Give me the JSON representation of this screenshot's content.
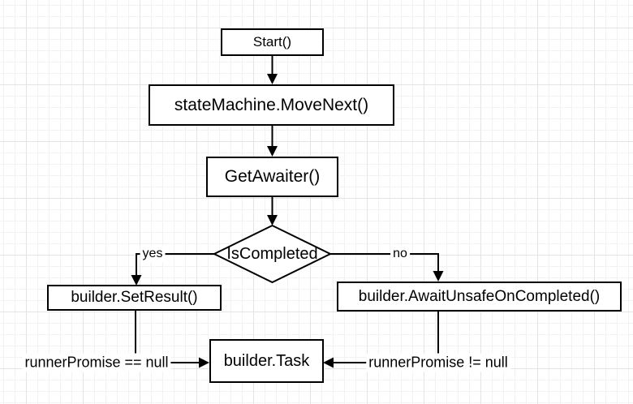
{
  "canvas": {
    "background": "#ffffff",
    "grid_minor_color": "#f2f2f2",
    "grid_major_color": "#e4e4e4",
    "stroke_color": "#000000",
    "node_fill": "#ffffff",
    "text_color": "#000000"
  },
  "flowchart": {
    "nodes": [
      {
        "id": "start",
        "type": "process",
        "label": "Start()"
      },
      {
        "id": "move-next",
        "type": "process",
        "label": "stateMachine.MoveNext()"
      },
      {
        "id": "get-awaiter",
        "type": "process",
        "label": "GetAwaiter()"
      },
      {
        "id": "is-completed",
        "type": "decision",
        "label": "IsCompleted"
      },
      {
        "id": "set-result",
        "type": "process",
        "label": "builder.SetResult()"
      },
      {
        "id": "await-unsafe-on-completed",
        "type": "process",
        "label": "builder.AwaitUnsafeOnCompleted()"
      },
      {
        "id": "builder-task",
        "type": "process",
        "label": "builder.Task"
      }
    ],
    "edges": [
      {
        "from": "start",
        "to": "move-next",
        "label": ""
      },
      {
        "from": "move-next",
        "to": "get-awaiter",
        "label": ""
      },
      {
        "from": "get-awaiter",
        "to": "is-completed",
        "label": ""
      },
      {
        "from": "is-completed",
        "to": "set-result",
        "label": "yes"
      },
      {
        "from": "is-completed",
        "to": "await-unsafe-on-completed",
        "label": "no"
      },
      {
        "from": "set-result",
        "to": "builder-task",
        "label": "runnerPromise == null"
      },
      {
        "from": "await-unsafe-on-completed",
        "to": "builder-task",
        "label": "runnerPromise != null"
      }
    ]
  }
}
